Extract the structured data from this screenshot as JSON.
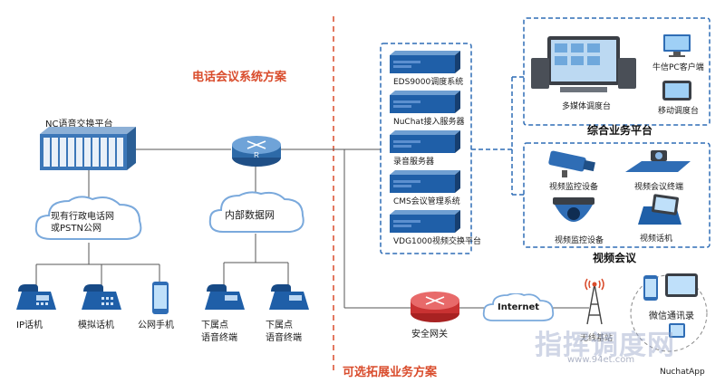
{
  "titles": {
    "phone_conference": "电话会议系统方案",
    "optional_extension": "可选拓展业务方案"
  },
  "nc_platform": {
    "label": "NC语音交换平台"
  },
  "router": {
    "label": "R"
  },
  "clouds": {
    "pstn": {
      "line1": "现有行政电话网",
      "line2": "或PSTN公网"
    },
    "internal": {
      "label": "内部数据网"
    },
    "internet": {
      "label": "Internet"
    }
  },
  "left_terminals": {
    "ip_phone": "IP话机",
    "analog_phone": "模拟话机",
    "mobile": "公网手机"
  },
  "sub_terminals": {
    "a": {
      "line1": "下属点",
      "line2": "语音终端"
    },
    "b": {
      "line1": "下属点",
      "line2": "语音终端"
    }
  },
  "servers": [
    {
      "label": "EDS9000调度系统"
    },
    {
      "label": "NuChat接入服务器"
    },
    {
      "label": "录音服务器"
    },
    {
      "label": "CMS会议管理系统"
    },
    {
      "label": "VDG1000视频交换平台"
    }
  ],
  "business_platform": {
    "title": "综合业务平台",
    "console": "多媒体调度台",
    "pc_client": "牛信PC客户端",
    "mobile_console": "移动调度台"
  },
  "video_conference": {
    "title": "视频会议",
    "camera": "视频监控设备",
    "conf_terminal": "视频会议终端",
    "dome": "视频监控设备",
    "video_phone": "视频话机"
  },
  "gateway": {
    "label": "安全网关"
  },
  "wireless": {
    "station_label": "无线基站",
    "wechat": "微信通讯录",
    "app": "NuchatApp"
  },
  "watermark": {
    "main": "指挥调度网",
    "url": "www.94et.com"
  },
  "colors": {
    "red": "#d94c2c",
    "blue_dash": "#2f6db5",
    "device_blue": "#1f5fa8",
    "line": "#555555"
  }
}
